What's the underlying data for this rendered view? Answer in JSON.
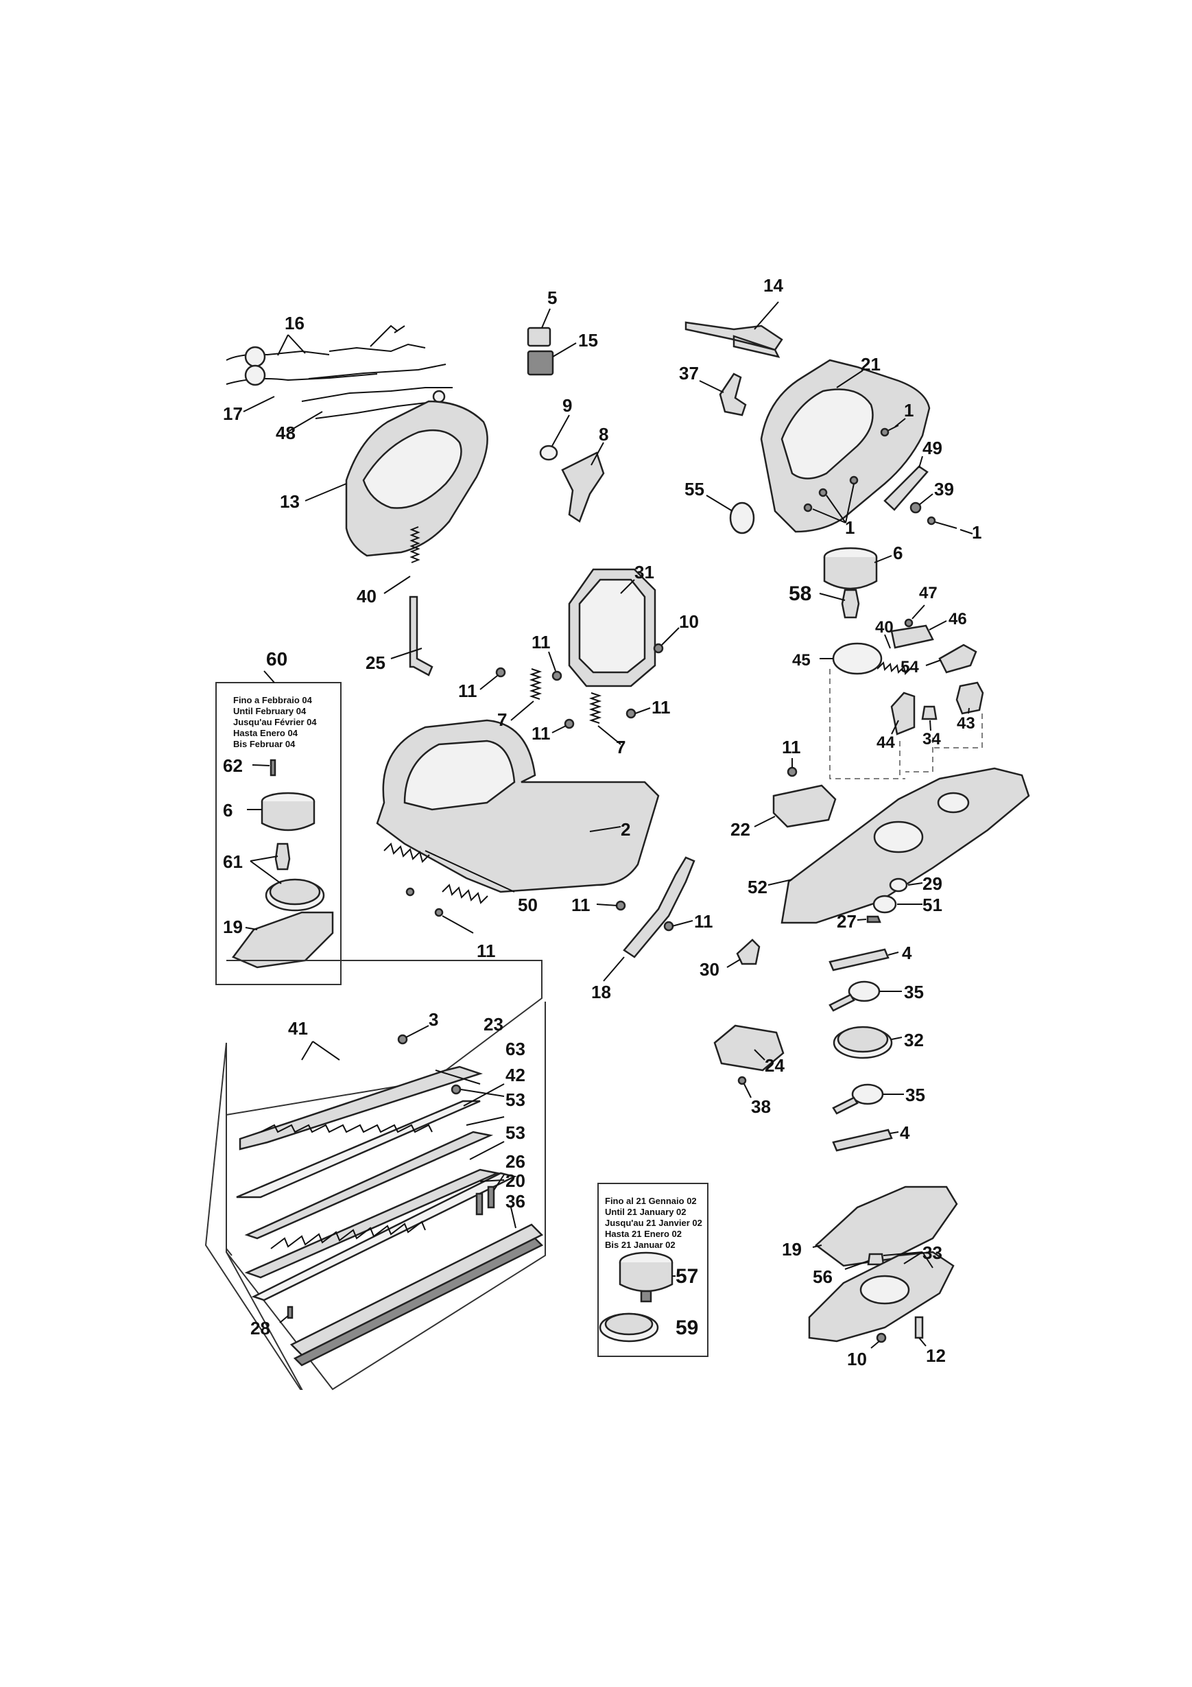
{
  "variant_box_a": {
    "number": "60",
    "notes": [
      "Fino a Febbraio 04",
      "Until February 04",
      "Jusqu'au Février 04",
      "Hasta Enero 04",
      "Bis Februar 04"
    ],
    "labels": [
      "62",
      "6",
      "61",
      "19"
    ]
  },
  "variant_box_b": {
    "notes": [
      "Fino al 21 Gennaio 02",
      "Until 21 January 02",
      "Jusqu'au 21 Janvier 02",
      "Hasta 21 Enero 02",
      "Bis 21 Januar 02"
    ],
    "labels": [
      "57",
      "59"
    ]
  },
  "labels": {
    "p16": "16",
    "p17": "17",
    "p48": "48",
    "p13": "13",
    "p5": "5",
    "p15": "15",
    "p9": "9",
    "p8": "8",
    "p14": "14",
    "p37": "37",
    "p21": "21",
    "p1a": "1",
    "p49": "49",
    "p39": "39",
    "p1b": "1",
    "p1c": "1",
    "p55": "55",
    "p6": "6",
    "p31": "31",
    "p10a": "10",
    "p40a": "40",
    "p25": "25",
    "p58": "58",
    "p47": "47",
    "p46": "46",
    "p40b": "40",
    "p45": "45",
    "p54": "54",
    "p11a": "11",
    "p11b": "11",
    "p7a": "7",
    "p11c": "11",
    "p11d": "11",
    "p7b": "7",
    "p43": "43",
    "p44": "44",
    "p34": "34",
    "p11e": "11",
    "p22": "22",
    "p2": "2",
    "p52": "52",
    "p29": "29",
    "p51": "51",
    "p50": "50",
    "p11f": "11",
    "p11g": "11",
    "p11h": "11",
    "p27": "27",
    "p4a": "4",
    "p18": "18",
    "p30": "30",
    "p35a": "35",
    "p32": "32",
    "p24": "24",
    "p38": "38",
    "p35b": "35",
    "p4b": "4",
    "p41": "41",
    "p3": "3",
    "p23": "23",
    "p63": "63",
    "p42": "42",
    "p53a": "53",
    "p53b": "53",
    "p26": "26",
    "p20": "20",
    "p36": "36",
    "p28": "28",
    "p19": "19",
    "p33": "33",
    "p56": "56",
    "p12": "12",
    "p10b": "10"
  }
}
